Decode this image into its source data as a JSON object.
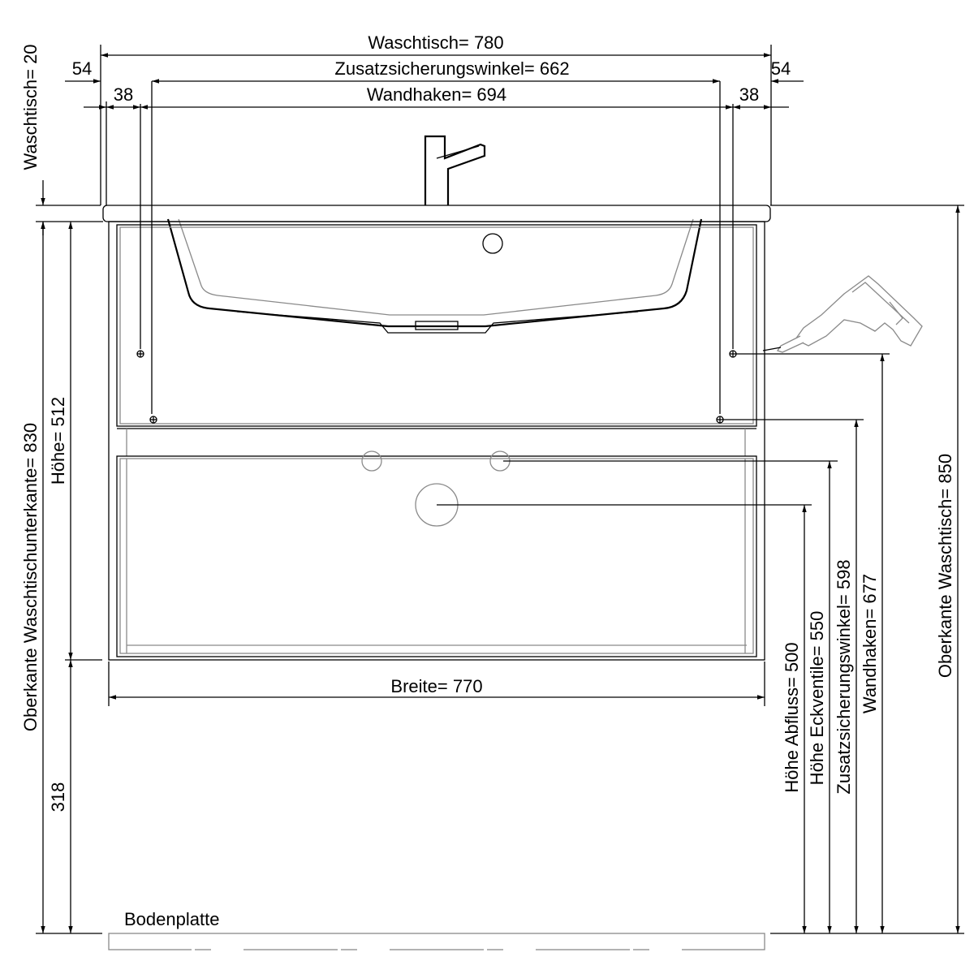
{
  "dimensions": {
    "waschtisch_width": "Waschtisch= 780",
    "zusatz_width": "Zusatzsicherungswinkel= 662",
    "wandhaken_width": "Wandhaken= 694",
    "left_offset_54": "54",
    "right_offset_54": "54",
    "left_offset_38": "38",
    "right_offset_38": "38",
    "waschtisch_thickness": "Waschtisch= 20",
    "oberkante_unterkante": "Oberkante Waschtischunterkante= 830",
    "cabinet_height": "Höhe= 512",
    "floor_gap": "318",
    "breite": "Breite= 770",
    "hoehe_abfluss": "Höhe Abfluss= 500",
    "hoehe_eckventile": "Höhe Eckventile= 550",
    "zusatz_height": "Zusatzsicherungswinkel= 598",
    "wandhaken_height": "Wandhaken= 677",
    "oberkante_waschtisch": "Oberkante Waschtisch= 850"
  },
  "labels": {
    "bodenplatte": "Bodenplatte"
  },
  "icons": {
    "drill": "drill-icon",
    "faucet": "faucet-icon"
  }
}
